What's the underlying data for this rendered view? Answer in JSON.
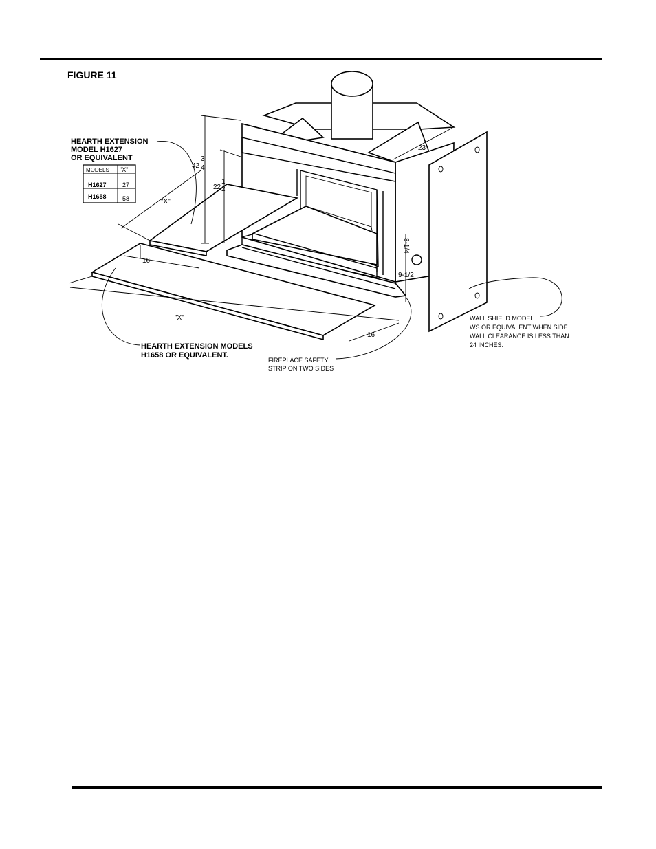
{
  "figure": {
    "title": "FIGURE 11"
  },
  "labels": {
    "hearth_small": [
      "HEARTH EXTENSION",
      "MODEL H1627",
      "OR EQUIVALENT"
    ],
    "hearth_large": [
      "HEARTH EXTENSION MODELS",
      "H1658 OR EQUIVALENT."
    ],
    "safety_strip": [
      "FIREPLACE  SAFETY",
      "STRIP ON TWO SIDES"
    ],
    "wall_shield": [
      "WALL SHIELD MODEL",
      "WS OR EQUIVALENT WHEN SIDE",
      "WALL CLEARANCE IS LESS THAN",
      "24 INCHES."
    ]
  },
  "table": {
    "headers": [
      "MODELS",
      "\"X\""
    ],
    "rows": [
      {
        "model": "H1627",
        "x": "27"
      },
      {
        "model": "H1658",
        "x": "58"
      }
    ]
  },
  "dimensions": {
    "height_whole": "42",
    "height_frac_num": "3",
    "height_frac_den": "4",
    "opening_whole": "22",
    "opening_frac_num": "1",
    "opening_frac_den": "2",
    "depth": "23",
    "side_upper": "8-1/4",
    "side_lower": "9-1/2",
    "x_small": "\"X\"",
    "x_large": "\"X\"",
    "hearth_depth_small": "16",
    "hearth_depth_large": "16"
  }
}
